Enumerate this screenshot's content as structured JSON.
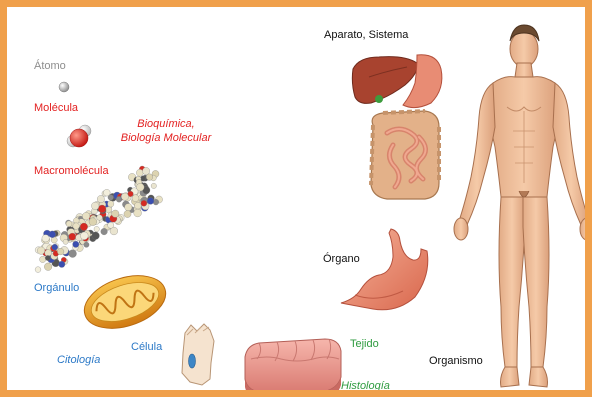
{
  "labels": {
    "atomo": "Átomo",
    "molecula": "Molécula",
    "bioquimica_1": "Bioquímica,",
    "bioquimica_2": "Biología Molecular",
    "macromolecula": "Macromolécula",
    "organulo": "Orgánulo",
    "celula": "Célula",
    "citologia": "Citología",
    "tejido": "Tejido",
    "histologia": "Histología",
    "organo": "Órgano",
    "aparato_sistema": "Aparato, Sistema",
    "organismo": "Organismo"
  },
  "colors": {
    "frame": "#f0a04b",
    "level_label": "#e32222",
    "cell_label": "#2c79c7",
    "tissue_label": "#2e9b3f",
    "atom_label": "#8e8e8e"
  },
  "icons": [
    "atom-sphere-icon",
    "water-molecule-icon",
    "protein-macromolecule-icon",
    "mitochondrion-icon",
    "epithelial-cell-icon",
    "tissue-block-icon",
    "stomach-icon",
    "digestive-system-icon",
    "human-body-icon"
  ]
}
